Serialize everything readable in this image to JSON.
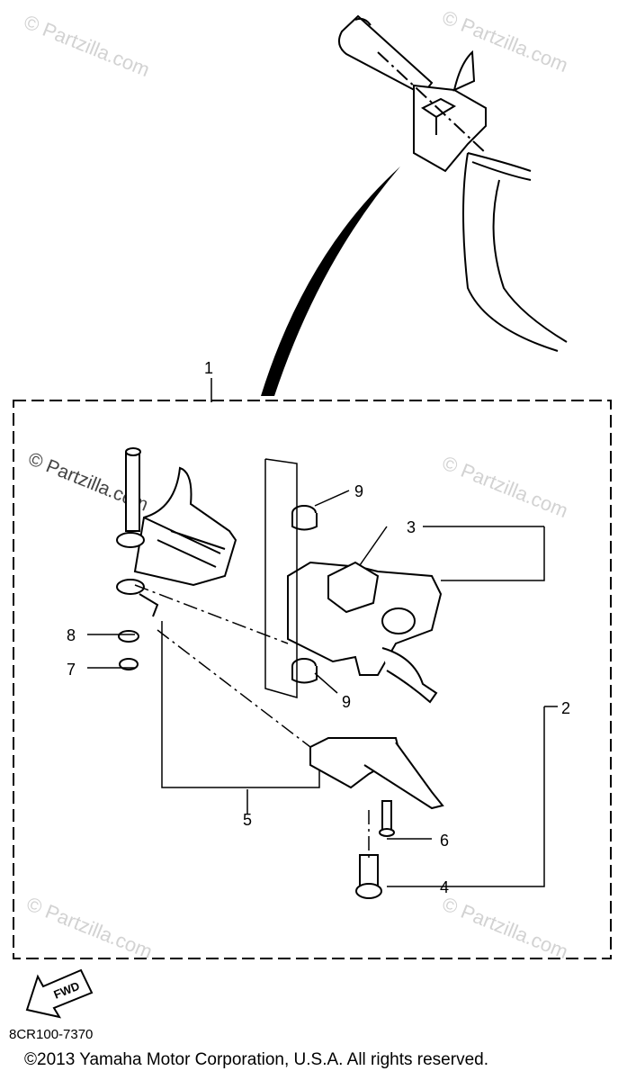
{
  "callouts": [
    "1",
    "2",
    "3",
    "4",
    "5",
    "6",
    "7",
    "8",
    "9",
    "9"
  ],
  "watermark": "© Partzilla.com",
  "fwd_label": "FWD",
  "part_code": "8CR100-7370",
  "copyright": "©2013 Yamaha Motor Corporation, U.S.A. All rights reserved."
}
